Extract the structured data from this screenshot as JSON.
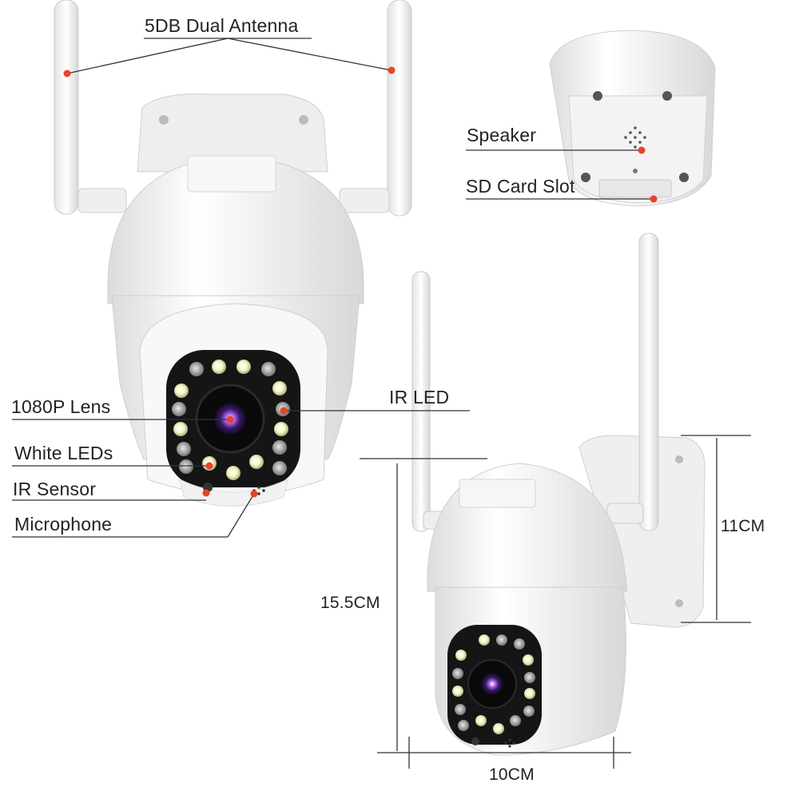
{
  "labels": {
    "antenna": "5DB Dual Antenna",
    "speaker": "Speaker",
    "sd_card": "SD Card Slot",
    "lens": "1080P Lens",
    "ir_led": "IR LED",
    "white_leds": "White LEDs",
    "ir_sensor": "IR Sensor",
    "microphone": "Microphone"
  },
  "dimensions": {
    "height": "15.5CM",
    "mount_height": "11CM",
    "width": "10CM"
  },
  "colors": {
    "callout_dot": "#e8432a",
    "housing": "#f4f4f4",
    "face_plate": "#151515",
    "lens_glow": "#8a3cc8"
  }
}
